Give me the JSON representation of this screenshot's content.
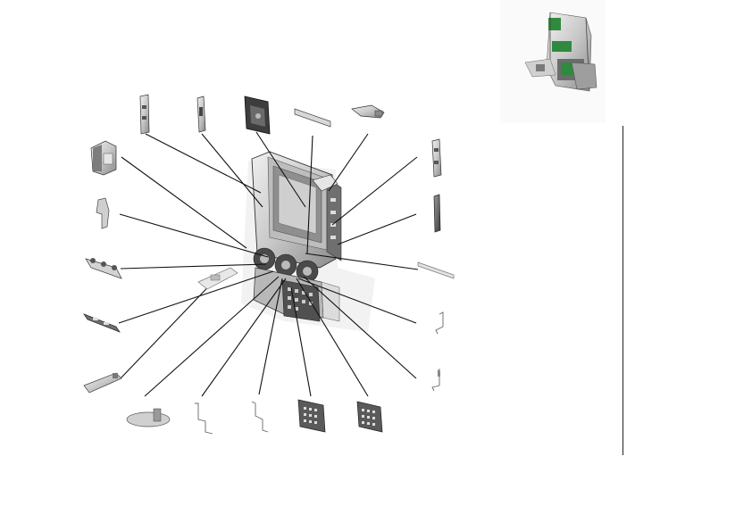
{
  "diagram": {
    "kind": "exploded-parts-view",
    "main_assembly": "chassis-assembly",
    "inset": "assembled-view-inset",
    "parts": [
      "side-bracket-left",
      "rail-bracket",
      "drive-cover-plate",
      "top-rail",
      "top-mount-bracket",
      "side-bracket-right",
      "vertical-strip",
      "fan-duct",
      "hook-clip",
      "connector-board",
      "riser-bracket",
      "small-pcb",
      "front-rail",
      "shield-cover",
      "spring-clip-a",
      "spring-clip-b",
      "spring-clip-c",
      "spring-clip-d",
      "spring-clip-e",
      "spring-clip-f",
      "mesh-panel-a",
      "mesh-panel-b",
      "long-rail"
    ]
  },
  "colors": {
    "line": "#111111",
    "metal_light": "#e2e2e2",
    "metal_mid": "#a9a9a9",
    "metal_dark": "#5e5e5e",
    "pcb_green": "#2f8a3f"
  }
}
